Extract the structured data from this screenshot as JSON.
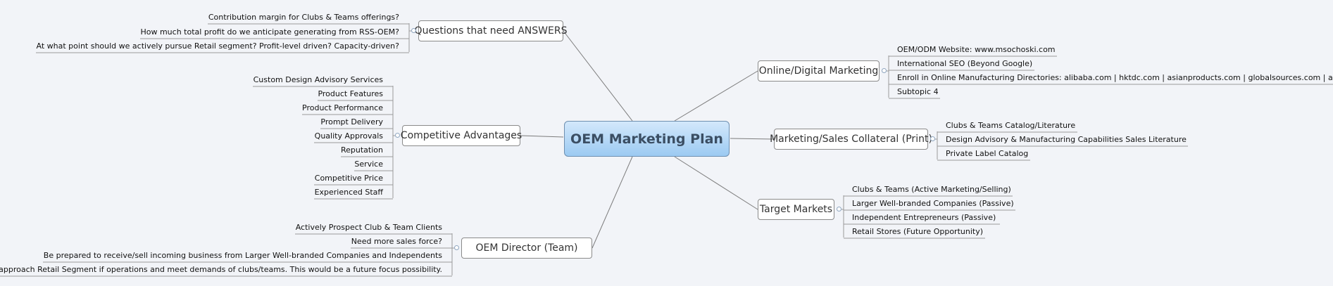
{
  "central_topic": "OEM Marketing Plan",
  "branches": [
    {
      "id": "questions",
      "label": "Questions that need ANSWERS",
      "items": [
        "Contribution margin for Clubs & Teams offerings?",
        "How much total profit do we anticipate generating from RSS-OEM?",
        "At what point should we actively pursue Retail segment? Profit-level driven? Capacity-driven?"
      ]
    },
    {
      "id": "competitive",
      "label": "Competitive Advantages",
      "items": [
        "Custom Design Advisory Services",
        "Product Features",
        "Product Performance",
        "Prompt Delivery",
        "Quality Approvals",
        "Reputation",
        "Service",
        "Competitive Price",
        "Experienced Staff"
      ]
    },
    {
      "id": "director",
      "label": "OEM Director (Team)",
      "items": [
        "Actively Prospect Club & Team Clients",
        "Need more sales force?",
        "Be prepared to receive/sell incoming business from Larger Well-branded Companies and Independents",
        "Option to approach Retail Segment if operations and meet demands of clubs/teams. This would be a future focus possibility."
      ]
    },
    {
      "id": "online",
      "label": "Online/Digital Marketing",
      "items": [
        "OEM/ODM Website: www.msochoski.com",
        "International SEO (Beyond Google)",
        "Enroll in Online Manufacturing Directories: alibaba.com | hktdc.com | asianproducts.com | globalsources.com | and more...",
        "Subtopic 4"
      ]
    },
    {
      "id": "collateral",
      "label": "Marketing/Sales Collateral (Print)",
      "items": [
        "Clubs & Teams Catalog/Literature",
        "Design Advisory & Manufacturing Capabilities Sales Literature",
        "Private Label Catalog"
      ]
    },
    {
      "id": "target",
      "label": "Target Markets",
      "items": [
        "Clubs & Teams (Active Marketing/Selling)",
        "Larger Well-branded Companies (Passive)",
        "Independent Entrepreneurs  (Passive)",
        "Retail Stores (Future Opportunity)"
      ]
    }
  ]
}
